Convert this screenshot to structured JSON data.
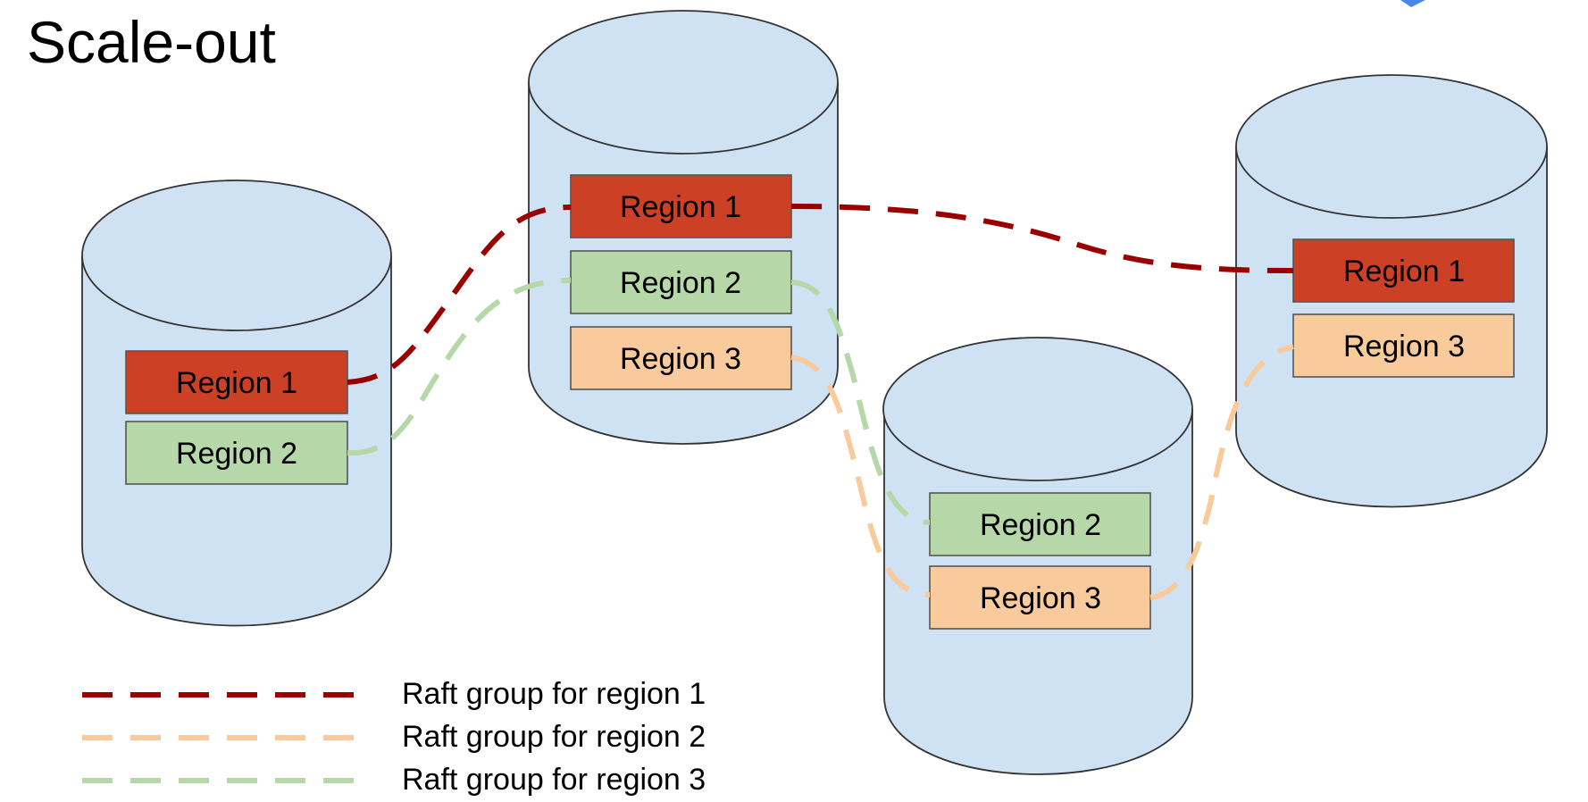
{
  "title": "Scale-out",
  "colors": {
    "database_fill": "#cfe2f3",
    "region_1_fill": "#cc4125",
    "region_2_fill": "#b6d7a8",
    "region_3_fill": "#f9cb9c",
    "raft_region_1_line": "#990000",
    "raft_region_2_line": "#f9cb9c",
    "raft_region_3_line": "#b6d7a8",
    "corner_accent": "#4a86e8"
  },
  "nodes": [
    {
      "name": "left-database",
      "regions": [
        "Region 1",
        "Region 2"
      ]
    },
    {
      "name": "center-database",
      "regions": [
        "Region 1",
        "Region 2",
        "Region 3"
      ]
    },
    {
      "name": "lower-database",
      "regions": [
        "Region 2",
        "Region 3"
      ]
    },
    {
      "name": "right-database",
      "regions": [
        "Region 1",
        "Region 3"
      ]
    }
  ],
  "legend": [
    {
      "label": "Raft group for region 1",
      "line_color": "#990000"
    },
    {
      "label": "Raft group for region 2",
      "line_color": "#f9cb9c"
    },
    {
      "label": "Raft group for region 3",
      "line_color": "#b6d7a8"
    }
  ]
}
